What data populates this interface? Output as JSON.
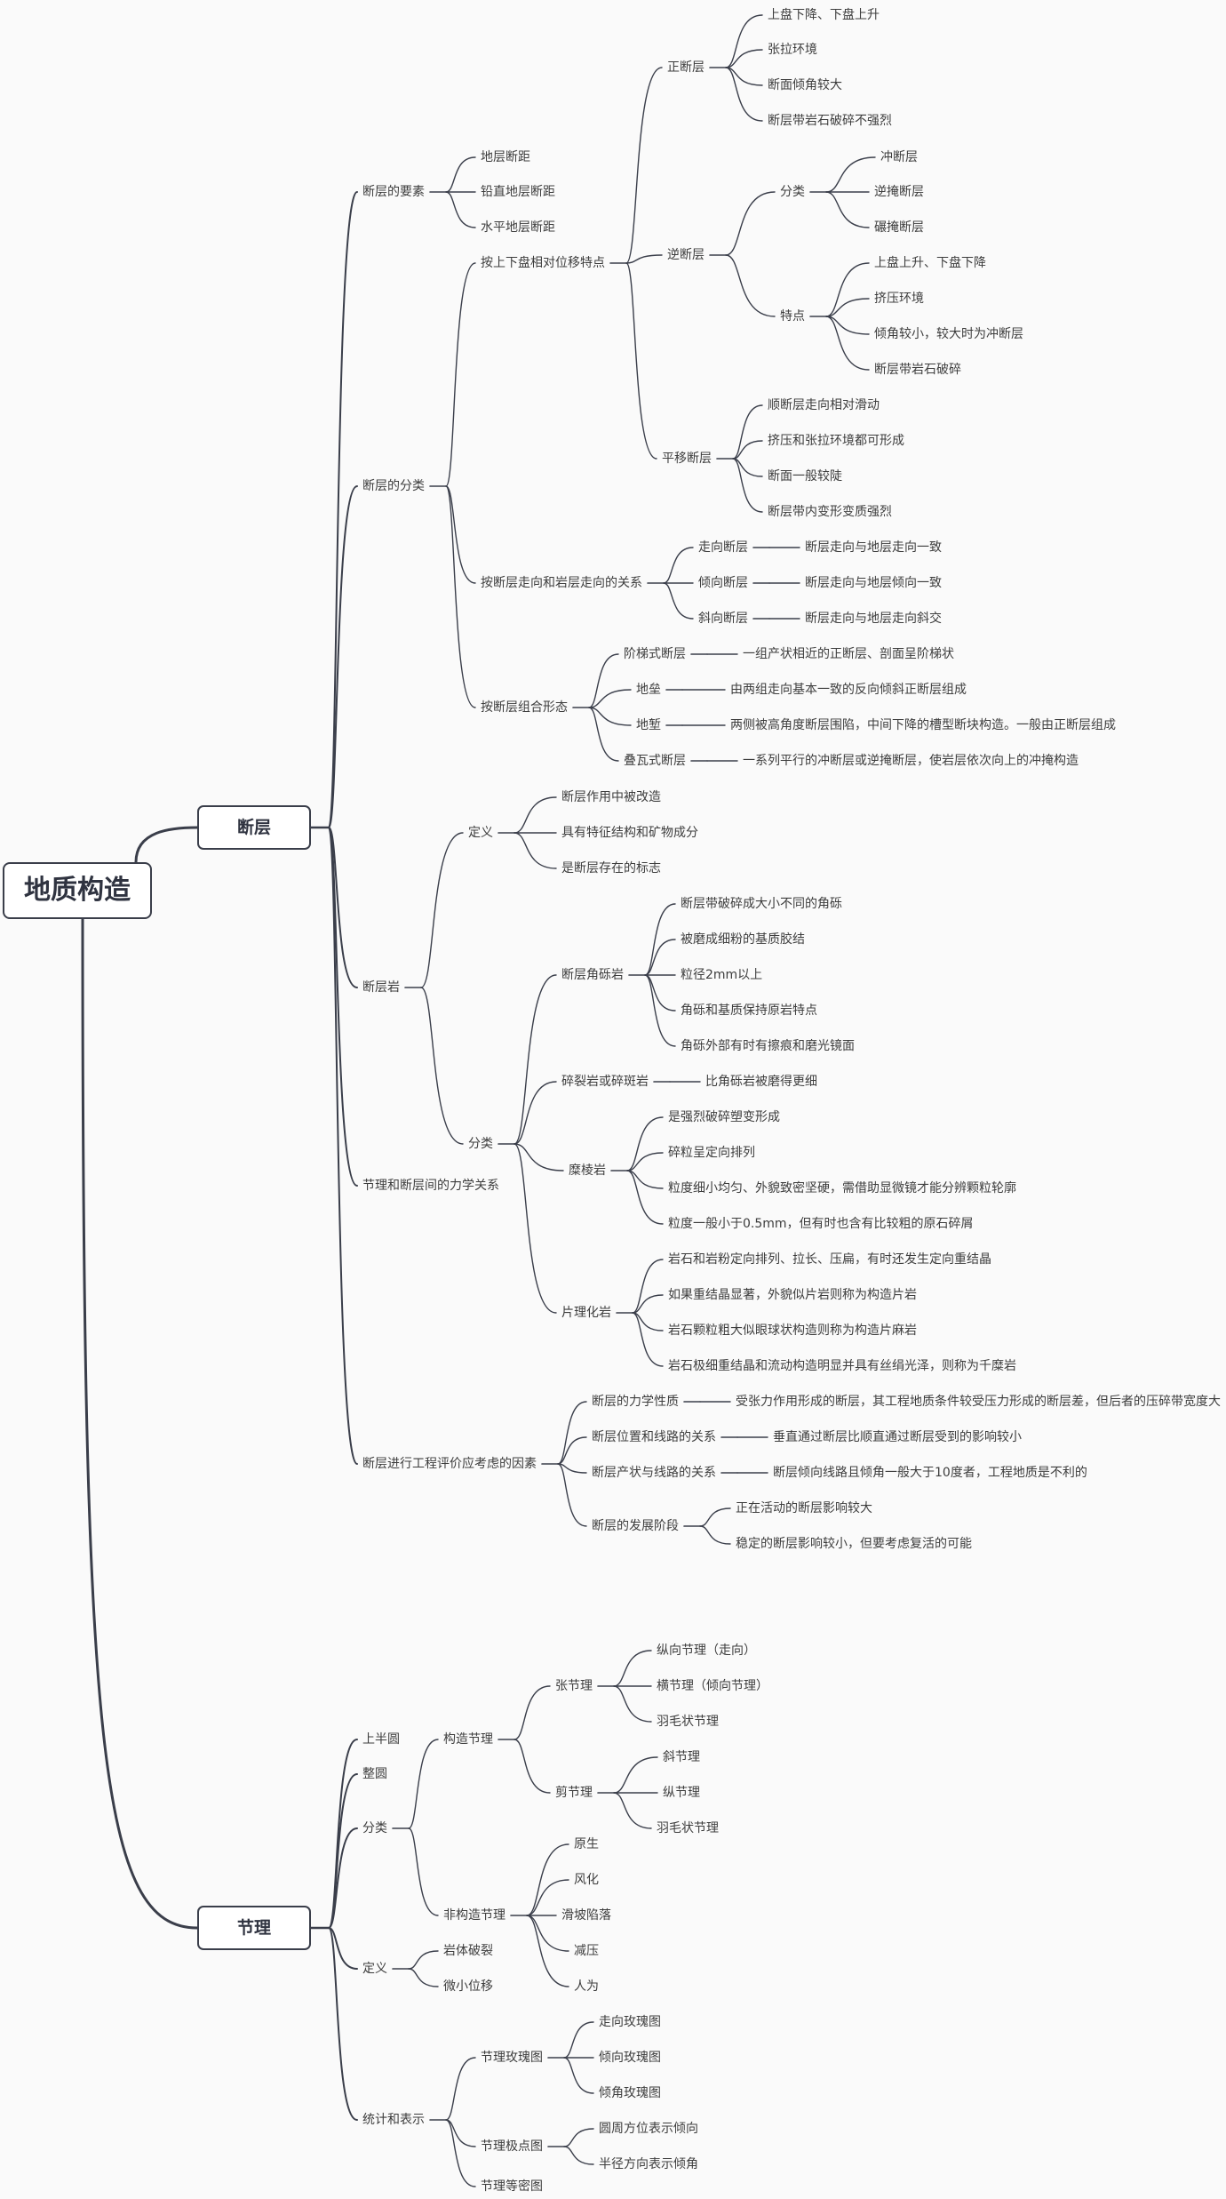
{
  "root": "地质构造",
  "nodes": {
    "n1": "断层",
    "n2": "节理",
    "a1": "断层的要素",
    "a1a": "地层断距",
    "a1b": "铅直地层断距",
    "a1c": "水平地层断距",
    "a2": "断层的分类",
    "a2x": "按上下盘相对位移特点",
    "z": "正断层",
    "z1": "上盘下降、下盘上升",
    "z2": "张拉环境",
    "z3": "断面倾角较大",
    "z4": "断层带岩石破碎不强烈",
    "n": "逆断层",
    "nf": "分类",
    "nf1": "冲断层",
    "nf2": "逆掩断层",
    "nf3": "碾掩断层",
    "nt": "特点",
    "nt1": "上盘上升、下盘下降",
    "nt2": "挤压环境",
    "nt3": "倾角较小，较大时为冲断层",
    "nt4": "断层带岩石破碎",
    "p": "平移断层",
    "p1": "顺断层走向相对滑动",
    "p2": "挤压和张拉环境都可形成",
    "p3": "断面一般较陡",
    "p4": "断层带内变形变质强烈",
    "a2y": "按断层走向和岩层走向的关系",
    "y1": "走向断层",
    "y1a": "断层走向与地层走向一致",
    "y2": "倾向断层",
    "y2a": "断层走向与地层倾向一致",
    "y3": "斜向断层",
    "y3a": "断层走向与地层走向斜交",
    "a2z": "按断层组合形态",
    "c1": "阶梯式断层",
    "c1a": "一组产状相近的正断层、剖面呈阶梯状",
    "c2": "地垒",
    "c2a": "由两组走向基本一致的反向倾斜正断层组成",
    "c3": "地堑",
    "c3a": "两侧被高角度断层围陷，中间下降的槽型断块构造。一般由正断层组成",
    "c4": "叠瓦式断层",
    "c4a": "一系列平行的冲断层或逆掩断层，使岩层依次向上的冲掩构造",
    "a3": "断层岩",
    "d": "定义",
    "d1": "断层作用中被改造",
    "d2": "具有特征结构和矿物成分",
    "d3": "是断层存在的标志",
    "f": "分类",
    "j": "断层角砾岩",
    "j1": "断层带破碎成大小不同的角砾",
    "j2": "被磨成细粉的基质胶结",
    "j3": "粒径2mm以上",
    "j4": "角砾和基质保持原岩特点",
    "j5": "角砾外部有时有擦痕和磨光镜面",
    "s": "碎裂岩或碎斑岩",
    "s1": "比角砾岩被磨得更细",
    "m": "糜棱岩",
    "m1": "是强烈破碎塑变形成",
    "m2": "碎粒呈定向排列",
    "m3": "粒度细小均匀、外貌致密坚硬，需借助显微镜才能分辨颗粒轮廓",
    "m4": "粒度一般小于0.5mm，但有时也含有比较粗的原石碎屑",
    "q": "片理化岩",
    "q1": "岩石和岩粉定向排列、拉长、压扁，有时还发生定向重结晶",
    "q2": "如果重结晶显著，外貌似片岩则称为构造片岩",
    "q3": "岩石颗粒粗大似眼球状构造则称为构造片麻岩",
    "q4": "岩石极细重结晶和流动构造明显并具有丝绢光泽，则称为千糜岩",
    "a4": "节理和断层间的力学关系",
    "a5": "断层进行工程评价应考虑的因素",
    "e1": "断层的力学性质",
    "e1a": "受张力作用形成的断层，其工程地质条件较受压力形成的断层差，但后者的压碎带宽度大",
    "e2": "断层位置和线路的关系",
    "e2a": "垂直通过断层比顺直通过断层受到的影响较小",
    "e3": "断层产状与线路的关系",
    "e3a": "断层倾向线路且倾角一般大于10度者，工程地质是不利的",
    "e4": "断层的发展阶段",
    "e4a": "正在活动的断层影响较大",
    "e4b": "稳定的断层影响较小，但要考虑复活的可能",
    "b1": "上半圆",
    "b2": "整圆",
    "b3": "分类",
    "g": "构造节理",
    "h": "张节理",
    "h1": "纵向节理（走向）",
    "h2": "横节理（倾向节理）",
    "h3": "羽毛状节理",
    "k": "剪节理",
    "k1": "斜节理",
    "k2": "纵节理",
    "k3": "羽毛状节理",
    "u": "非构造节理",
    "u1": "原生",
    "u2": "风化",
    "u3": "滑坡陷落",
    "u4": "减压",
    "u5": "人为",
    "b4": "定义",
    "b4a": "岩体破裂",
    "b4b": "微小位移",
    "b5": "统计和表示",
    "r": "节理玫瑰图",
    "r1": "走向玫瑰图",
    "r2": "倾向玫瑰图",
    "r3": "倾角玫瑰图",
    "w": "节理极点图",
    "w1": "圆周方位表示倾向",
    "w2": "半径方向表示倾角",
    "v": "节理等密图"
  },
  "colors": {
    "line": "#3a3e4a",
    "text": "#3d3d3d",
    "background": "#fafafa"
  }
}
